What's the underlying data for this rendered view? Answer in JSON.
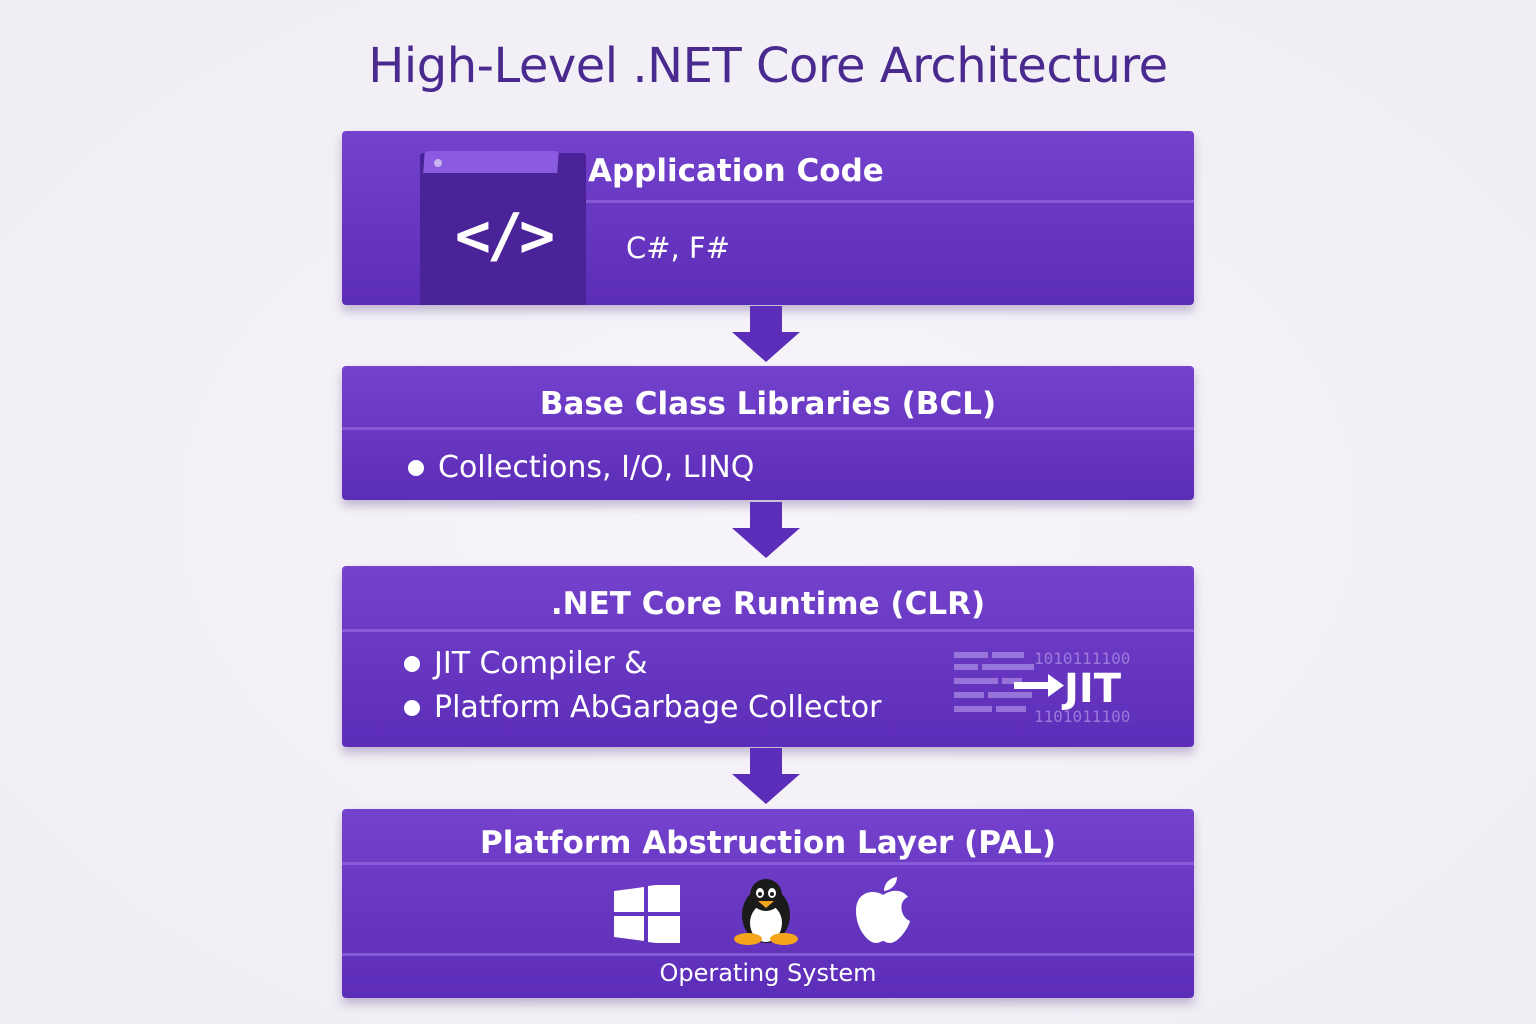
{
  "title": "High-Level .NET Core Architecture",
  "layers": {
    "application": {
      "header": "Application Code",
      "languages": "C#, F#",
      "icon": "code-window-icon"
    },
    "bcl": {
      "header": "Base Class Libraries (BCL)",
      "items": [
        "Collections, I/O, LINQ"
      ]
    },
    "clr": {
      "header": ".NET Core Runtime (CLR)",
      "items": [
        "JIT Compiler &",
        "Platform AbGarbage Collector"
      ],
      "graphic_label": "JIT",
      "binary_top": "1010111100",
      "binary_bottom": "1101011100"
    },
    "pal": {
      "header": "Platform Abstruction Layer (PAL)",
      "os_icons": [
        "windows-icon",
        "linux-icon",
        "apple-icon"
      ],
      "footer": "Operating System"
    }
  },
  "colors": {
    "title": "#4a2a8f",
    "layer_top": "#7442cc",
    "layer_bottom": "#5c2db8",
    "arrow": "#5c2db8",
    "background": "#f3f1f6"
  }
}
